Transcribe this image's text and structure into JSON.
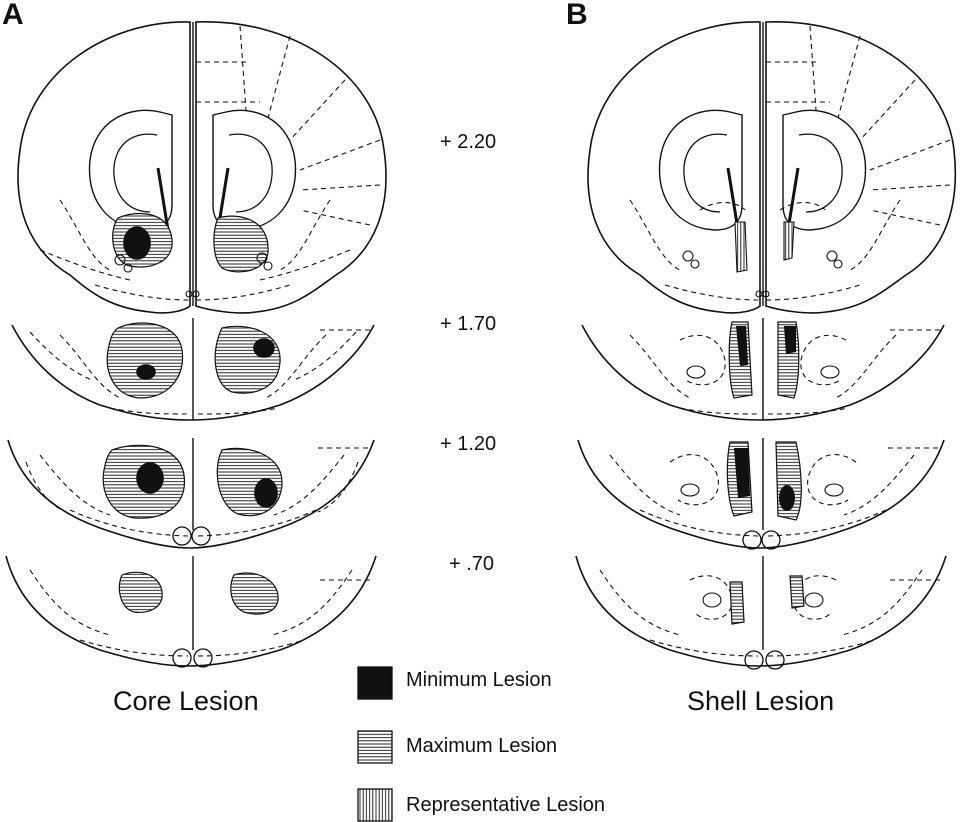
{
  "panels": [
    {
      "letter": "A",
      "caption": "Core Lesion"
    },
    {
      "letter": "B",
      "caption": "Shell Lesion"
    }
  ],
  "coordinates": [
    "+ 2.20",
    "+ 1.70",
    "+ 1.20",
    "+ .70"
  ],
  "legend": [
    {
      "label": "Minimum Lesion",
      "pattern": "solid"
    },
    {
      "label": "Maximum Lesion",
      "pattern": "horizontal-lines"
    },
    {
      "label": "Representative Lesion",
      "pattern": "vertical-lines"
    }
  ],
  "colors": {
    "ink": "#111111",
    "background": "#ffffff"
  }
}
